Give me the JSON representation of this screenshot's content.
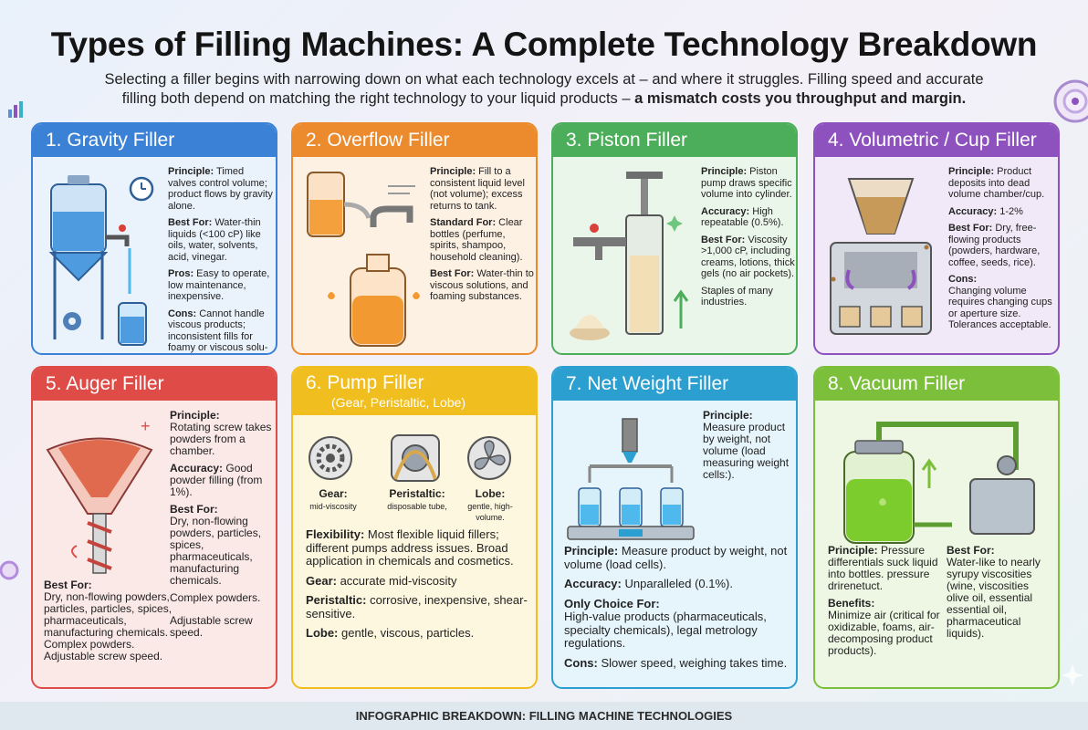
{
  "title": "Types of Filling Machines: A Complete Technology Breakdown",
  "subtitle_line1": "Selecting a filler begins with narrowing down on what each technology excels at – and where it struggles. Filling speed and accurate",
  "subtitle_line2_plain": "filling both depend on matching the right technology to your liquid products – ",
  "subtitle_line2_bold": "a mismatch costs you throughput and margin.",
  "footer": "INFOGRAPHIC BREAKDOWN: FILLING MACHINE TECHNOLOGIES",
  "colors": {
    "blue": "#3b82d6",
    "orange": "#ec8a2e",
    "green": "#4cae5a",
    "purple": "#8e52bf",
    "red": "#df4b46",
    "yellow": "#f0be1e",
    "teal": "#2b9fd0",
    "lime": "#7cbf3a"
  },
  "cards": {
    "c1": {
      "heading": "1. Gravity Filler",
      "principle_label": "Principle:",
      "principle": " Timed valves control volume; product flows by gravity alone.",
      "best_label": "Best For:",
      "best": " Water-thin liquids (<100 cP) like oils, water, solvents, acid, vinegar.",
      "pros_label": "Pros:",
      "pros": " Easy to operate, low maintenance, inexpensive.",
      "cons_label": "Cons:",
      "cons": " Cannot handle viscous products; inconsistent fills for foamy or viscous solu-tions."
    },
    "c2": {
      "heading": "2. Overflow Filler",
      "principle_label": "Principle:",
      "principle": " Fill to a consistent liquid level (not volume); excess returns to tank.",
      "standard_label": "Standard For:",
      "standard": " Clear bottles (perfume, spirits, shampoo, household cleaning).",
      "best_label": "Best For:",
      "best": " Water-thin to viscous solutions, and foaming substances."
    },
    "c3": {
      "heading": "3. Piston Filler",
      "principle_label": "Principle:",
      "principle": " Piston pump draws specific volume into cylinder.",
      "accuracy_label": "Accuracy:",
      "accuracy": " High repeatable (0.5%).",
      "best_label": "Best For:",
      "best": " Viscosity >1,000 cP, including creams, lotions, thick gels (no air pockets).",
      "extra": "Staples of many industries."
    },
    "c4": {
      "heading": "4. Volumetric / Cup Filler",
      "principle_label": "Principle:",
      "principle": " Product deposits into dead volume chamber/cup.",
      "accuracy_label": "Accuracy:",
      "accuracy": " 1-2%",
      "best_label": "Best For:",
      "best": " Dry, free-flowing products (powders, hardware, coffee, seeds, rice).",
      "cons_label": "Cons:",
      "cons": "Changing volume requires changing cups or aperture size. Tolerances acceptable."
    },
    "c5": {
      "heading": "5. Auger Filler",
      "principle_label": "Principle:",
      "principle": "Rotating screw takes powders from a chamber.",
      "accuracy_label": "Accuracy:",
      "accuracy": " Good powder filling (from 1%).",
      "best_label": "Best For:",
      "best": "Dry, non-flowing powders, particles, spices, pharmaceuticals, manufacturing chemicals.",
      "best2_label": "Best For:",
      "best2": "Dry, non-flowing powders, particles, particles, spices, pharmaceuticals, manufacturing chemicals. Complex powders. Adjustable screw speed.",
      "side1": "Complex powders.",
      "side2": "Adjustable screw speed."
    },
    "c6": {
      "heading": "6. Pump Filler",
      "subheading": "(Gear, Peristaltic, Lobe)",
      "gear_label": "Gear:",
      "gear_desc": "mid-viscosity",
      "peri_label": "Peristaltic:",
      "peri_desc": "disposable tube,",
      "lobe_label": "Lobe:",
      "lobe_desc": "gentle, high-volume.",
      "flex_label": "Flexibility:",
      "flex": " Most flexible liquid fillers; different pumps address issues. Broad application in chemicals and cosmetics.",
      "gear2_label": "Gear:",
      "gear2": " accurate mid-viscosity",
      "peri2_label": "Peristaltic:",
      "peri2": " corrosive, inexpensive, shear-sensitive.",
      "lobe2_label": "Lobe:",
      "lobe2": " gentle, viscous, particles."
    },
    "c7": {
      "heading": "7. Net Weight Filler",
      "principle_label": "Principle:",
      "principle": "Measure product by weight, not volume (load measuring weight cells:).",
      "principle2_label": "Principle:",
      "principle2": " Measure product by weight, not volume (load cells).",
      "accuracy_label": "Accuracy:",
      "accuracy": " Unparalleled (0.1%).",
      "only_label": "Only Choice For:",
      "only": "High-value products (pharmaceuticals, specialty chemicals), legal metrology regulations.",
      "cons_label": "Cons:",
      "cons": " Slower speed, weighing takes time."
    },
    "c8": {
      "heading": "8. Vacuum Filler",
      "principle_label": "Principle:",
      "principle": " Pressure differentials suck liquid into bottles. pressure drirenetuct.",
      "benefits_label": "Benefits:",
      "benefits": "Minimize air (critical for oxidizable, foams, air-decomposing product products).",
      "best_label": "Best For:",
      "best": "Water-like to nearly syrupy viscosities (wine, viscosities olive oil, essential essential oil, pharmaceutical liquids)."
    }
  }
}
